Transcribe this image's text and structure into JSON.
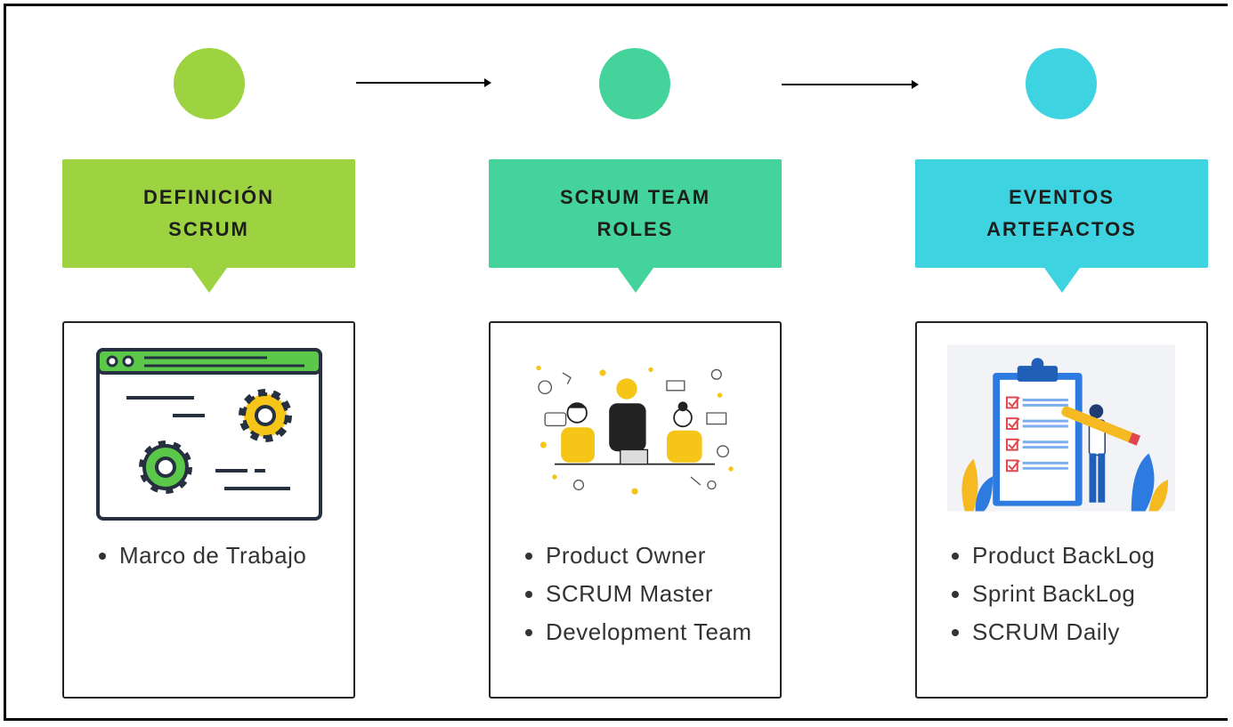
{
  "steps": [
    {
      "title_line1": "DEFINICIÓN",
      "title_line2": "SCRUM",
      "color": "#9dd240",
      "illustration": "browser-gears-icon",
      "items": [
        "Marco de Trabajo"
      ]
    },
    {
      "title_line1": "SCRUM TEAM",
      "title_line2": "ROLES",
      "color": "#45d39c",
      "illustration": "team-collaboration-illustration",
      "items": [
        "Product Owner",
        "SCRUM Master",
        "Development Team"
      ]
    },
    {
      "title_line1": "EVENTOS",
      "title_line2": "ARTEFACTOS",
      "color": "#3ed3e0",
      "illustration": "checklist-clipboard-illustration",
      "items": [
        "Product BackLog",
        "Sprint BackLog",
        "SCRUM Daily"
      ]
    }
  ]
}
